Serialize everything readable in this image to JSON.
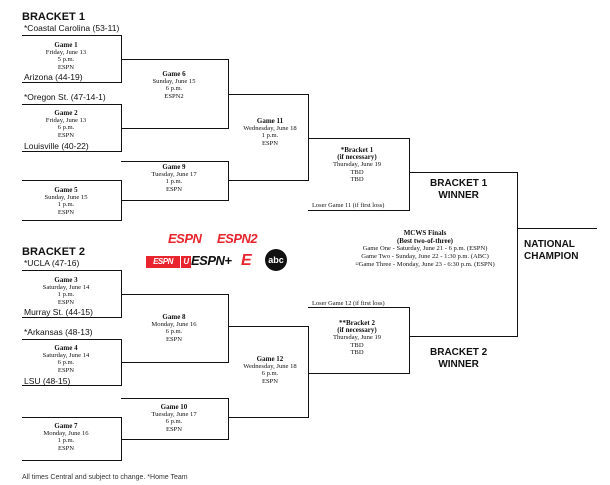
{
  "bracket1": {
    "heading": "BRACKET 1",
    "team_coastal": "*Coastal Carolina (53-11)",
    "team_arizona": "Arizona (44-19)",
    "team_oregon": "*Oregon St. (47-14-1)",
    "team_louisville": "Louisville (40-22)"
  },
  "bracket2": {
    "heading": "BRACKET 2",
    "team_ucla": "*UCLA (47-16)",
    "team_murray": "Murray St. (44-15)",
    "team_arkansas": "*Arkansas (48-13)",
    "team_lsu": "LSU (48-15)"
  },
  "games": {
    "g1": {
      "title": "Game 1",
      "date": "Friday, June 13",
      "time": "5 p.m.",
      "tv": "ESPN"
    },
    "g2": {
      "title": "Game 2",
      "date": "Friday, June 13",
      "time": "6 p.m.",
      "tv": "ESPN"
    },
    "g5": {
      "title": "Game 5",
      "date": "Sunday, June 15",
      "time": "1 p.m.",
      "tv": "ESPN"
    },
    "g6": {
      "title": "Game 6",
      "date": "Sunday, June 15",
      "time": "6 p.m.",
      "tv": "ESPN2"
    },
    "g9": {
      "title": "Game 9",
      "date": "Tuesday, June 17",
      "time": "1 p.m.",
      "tv": "ESPN"
    },
    "g11": {
      "title": "Game 11",
      "date": "Wednesday, June 18",
      "time": "1 p.m.",
      "tv": "ESPN"
    },
    "b1": {
      "title": "*Bracket 1",
      "sub": "(if necessary)",
      "date": "Thursday, June 19",
      "time": "TBD",
      "tv": "TBD"
    },
    "g3": {
      "title": "Game 3",
      "date": "Saturday, June 14",
      "time": "1 p.m.",
      "tv": "ESPN"
    },
    "g4": {
      "title": "Game 4",
      "date": "Saturday, June 14",
      "time": "6 p.m.",
      "tv": "ESPN"
    },
    "g7": {
      "title": "Game 7",
      "date": "Monday, June 16",
      "time": "1 p.m.",
      "tv": "ESPN"
    },
    "g8": {
      "title": "Game 8",
      "date": "Monday, June 16",
      "time": "6 p.m.",
      "tv": "ESPN"
    },
    "g10": {
      "title": "Game 10",
      "date": "Tuesday, June 17",
      "time": "6 p.m.",
      "tv": "ESPN"
    },
    "g12": {
      "title": "Game 12",
      "date": "Wednesday, June 18",
      "time": "6 p.m.",
      "tv": "ESPN"
    },
    "b2": {
      "title": "**Bracket 2",
      "sub": "(if necessary)",
      "date": "Thursday, June 19",
      "time": "TBD",
      "tv": "TBD"
    }
  },
  "loser_g11": "Loser Game 11 (if first loss)",
  "loser_g12": "Loser Game 12 (if first loss)",
  "winner1": [
    "BRACKET 1",
    "WINNER"
  ],
  "winner2": [
    "BRACKET 2",
    "WINNER"
  ],
  "finals": {
    "title": "MCWS Finals",
    "subtitle": "(Best two-of-three)",
    "game_one": "Game One - Saturday, June 21 - 6 p.m. (ESPN)",
    "game_two": "Game Two - Sunday, June 22 - 1:30 p.m. (ABC)",
    "game_three": "¤Game Three - Monday, June 23 - 6:30 p.m. (ESPN)"
  },
  "champion": [
    "NATIONAL",
    "CHAMPION"
  ],
  "networks": {
    "espn": "ESPN",
    "espn2": "ESPN2",
    "espnu": "ESPN",
    "espn_plus": "ESPN+",
    "espn_e": "E",
    "abc": "abc"
  },
  "footer": "All times Central and subject to change. *Home Team",
  "colors": {
    "espn_red": "#e8242e",
    "abc_black": "#111111"
  }
}
